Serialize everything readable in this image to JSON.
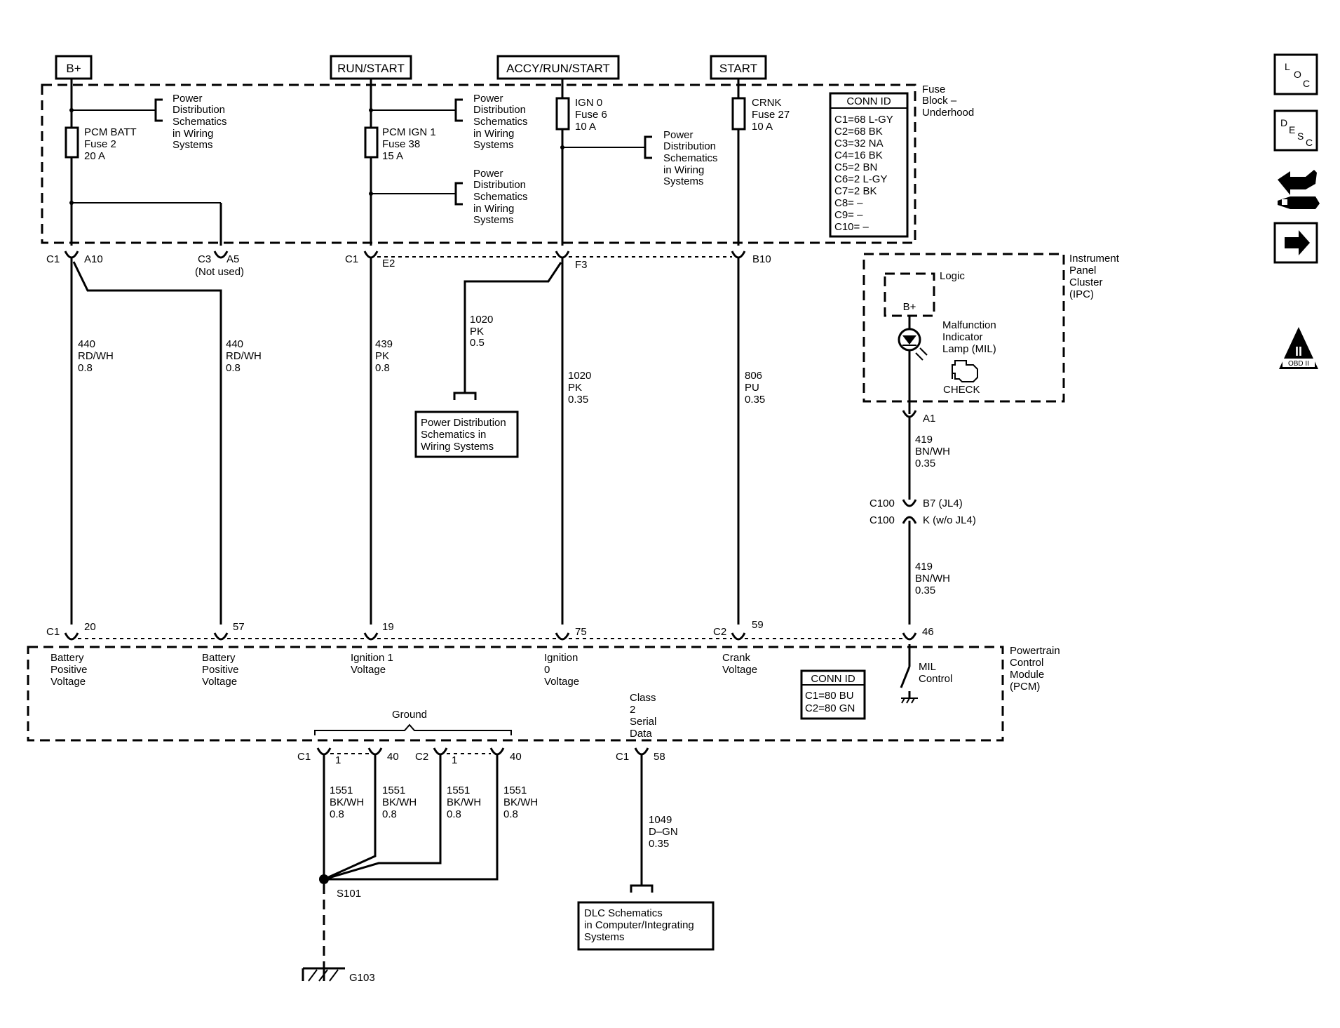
{
  "sources": {
    "b_plus": "B+",
    "run_start": "RUN/START",
    "accy_run_start": "ACCY/RUN/START",
    "start": "START"
  },
  "fuse_block": {
    "name": [
      "Fuse",
      "Block –",
      "Underhood"
    ],
    "conn_id_title": "CONN ID",
    "conn_ids": [
      "C1=68 L-GY",
      "C2=68 BK",
      "C3=32 NA",
      "C4=16 BK",
      "C5=2 BN",
      "C6=2 L-GY",
      "C7=2 BK",
      "C8= –",
      "C9= –",
      "C10= –"
    ],
    "pds_ref": [
      "Power",
      "Distribution",
      "Schematics",
      "in Wiring",
      "Systems"
    ],
    "fuse_pcm_batt": [
      "PCM  BATT",
      "Fuse 2",
      "20 A"
    ],
    "fuse_pcm_ign1": [
      "PCM IGN 1",
      "Fuse 38",
      "15 A"
    ],
    "fuse_ign0": [
      "IGN 0",
      "Fuse 6",
      "10 A"
    ],
    "fuse_crnk": [
      "CRNK",
      "Fuse 27",
      "10 A"
    ]
  },
  "connectors": {
    "c1": "C1",
    "c2": "C2",
    "c3": "C3",
    "c100": "C100",
    "a10": "A10",
    "a5": "A5",
    "not_used": "(Not used)",
    "e2": "E2",
    "f3": "F3",
    "b10": "B10",
    "a1": "A1",
    "b7": "B7 (JL4)",
    "k": "K (w/o JL4)",
    "p20": "20",
    "p57": "57",
    "p19": "19",
    "p75": "75",
    "p59": "59",
    "p46": "46",
    "p1": "1",
    "p40": "40",
    "p58": "58"
  },
  "wires": {
    "w440": [
      "440",
      "RD/WH",
      "0.8"
    ],
    "w439": [
      "439",
      "PK",
      "0.8"
    ],
    "w1020a": [
      "1020",
      "PK",
      "0.5"
    ],
    "w1020b": [
      "1020",
      "PK",
      "0.35"
    ],
    "w806": [
      "806",
      "PU",
      "0.35"
    ],
    "w419": [
      "419",
      "BN/WH",
      "0.35"
    ],
    "w1551": [
      "1551",
      "BK/WH",
      "0.8"
    ],
    "w1049": [
      "1049",
      "D–GN",
      "0.35"
    ]
  },
  "pds_box": [
    "Power Distribution",
    "Schematics in",
    "Wiring  Systems"
  ],
  "ipc": {
    "name": [
      "Instrument",
      "Panel",
      "Cluster",
      "(IPC)"
    ],
    "logic": "Logic",
    "bplus": "B+",
    "mil": [
      "Malfunction",
      "Indicator",
      "Lamp (MIL)"
    ],
    "check": "CHECK"
  },
  "pcm": {
    "name": [
      "Powertrain",
      "Control",
      "Module",
      "(PCM)"
    ],
    "conn_id_title": "CONN ID",
    "conn_ids": [
      "C1=80 BU",
      "C2=80 GN"
    ],
    "battery_voltage": [
      "Battery",
      "Positive",
      "Voltage"
    ],
    "ignition1": [
      "Ignition 1",
      "Voltage"
    ],
    "ignition0": [
      "Ignition",
      "0",
      "Voltage"
    ],
    "crank": [
      "Crank",
      "Voltage"
    ],
    "mil_control": [
      "MIL",
      "Control"
    ],
    "class2": [
      "Class",
      "2",
      "Serial",
      "Data"
    ],
    "ground": "Ground"
  },
  "splice": "S101",
  "ground_pt": "G103",
  "dlc_box": [
    "DLC Schematics",
    "in Computer/Integrating",
    "Systems"
  ],
  "side_icons": {
    "loc": [
      "L",
      "O",
      "C"
    ],
    "desc": [
      "D",
      "E",
      "S",
      "C"
    ],
    "obd": [
      "II",
      "OBD II"
    ]
  }
}
